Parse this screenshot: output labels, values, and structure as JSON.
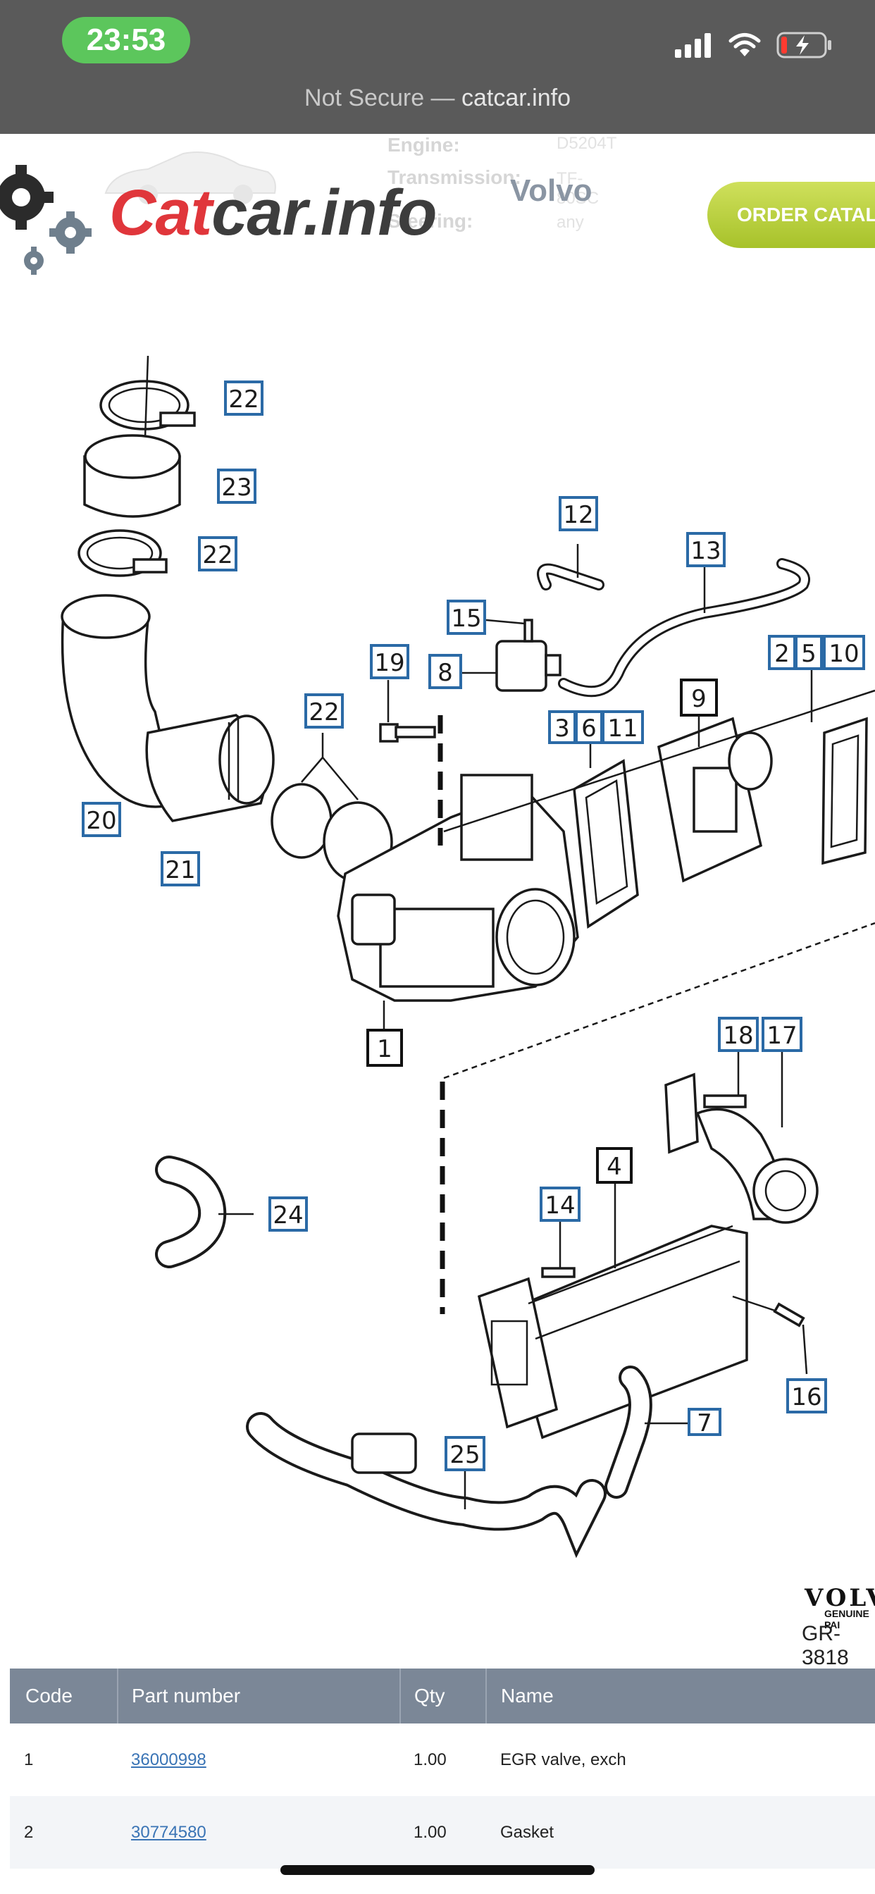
{
  "status_bar": {
    "time": "23:53",
    "url_prefix": "Not Secure — ",
    "url_host": "catcar.info"
  },
  "header": {
    "logo_red": "Cat",
    "logo_dark": "car.info",
    "brand": "Volvo",
    "order_button": "ORDER CATALO",
    "ghost_labels": [
      "Engine:",
      "Transmission:",
      "Steering:"
    ],
    "ghost_values": [
      "D5204T",
      "TF-80SC",
      "any"
    ]
  },
  "diagram": {
    "callouts": [
      "22",
      "23",
      "22",
      "12",
      "13",
      "15",
      "8",
      "19",
      "22",
      "2",
      "5",
      "10",
      "9",
      "3",
      "6",
      "11",
      "20",
      "21",
      "1",
      "18",
      "17",
      "4",
      "24",
      "14",
      "16",
      "7",
      "25"
    ],
    "watermark_brand": "VOLV",
    "watermark_sub": "GENUINE PAI",
    "group_code": "GR-3818"
  },
  "table": {
    "headers": [
      "Code",
      "Part number",
      "Qty",
      "Name"
    ],
    "rows": [
      {
        "code": "1",
        "part_number": "36000998",
        "qty": "1.00",
        "name": "EGR valve, exch"
      },
      {
        "code": "2",
        "part_number": "30774580",
        "qty": "1.00",
        "name": "Gasket"
      }
    ]
  }
}
